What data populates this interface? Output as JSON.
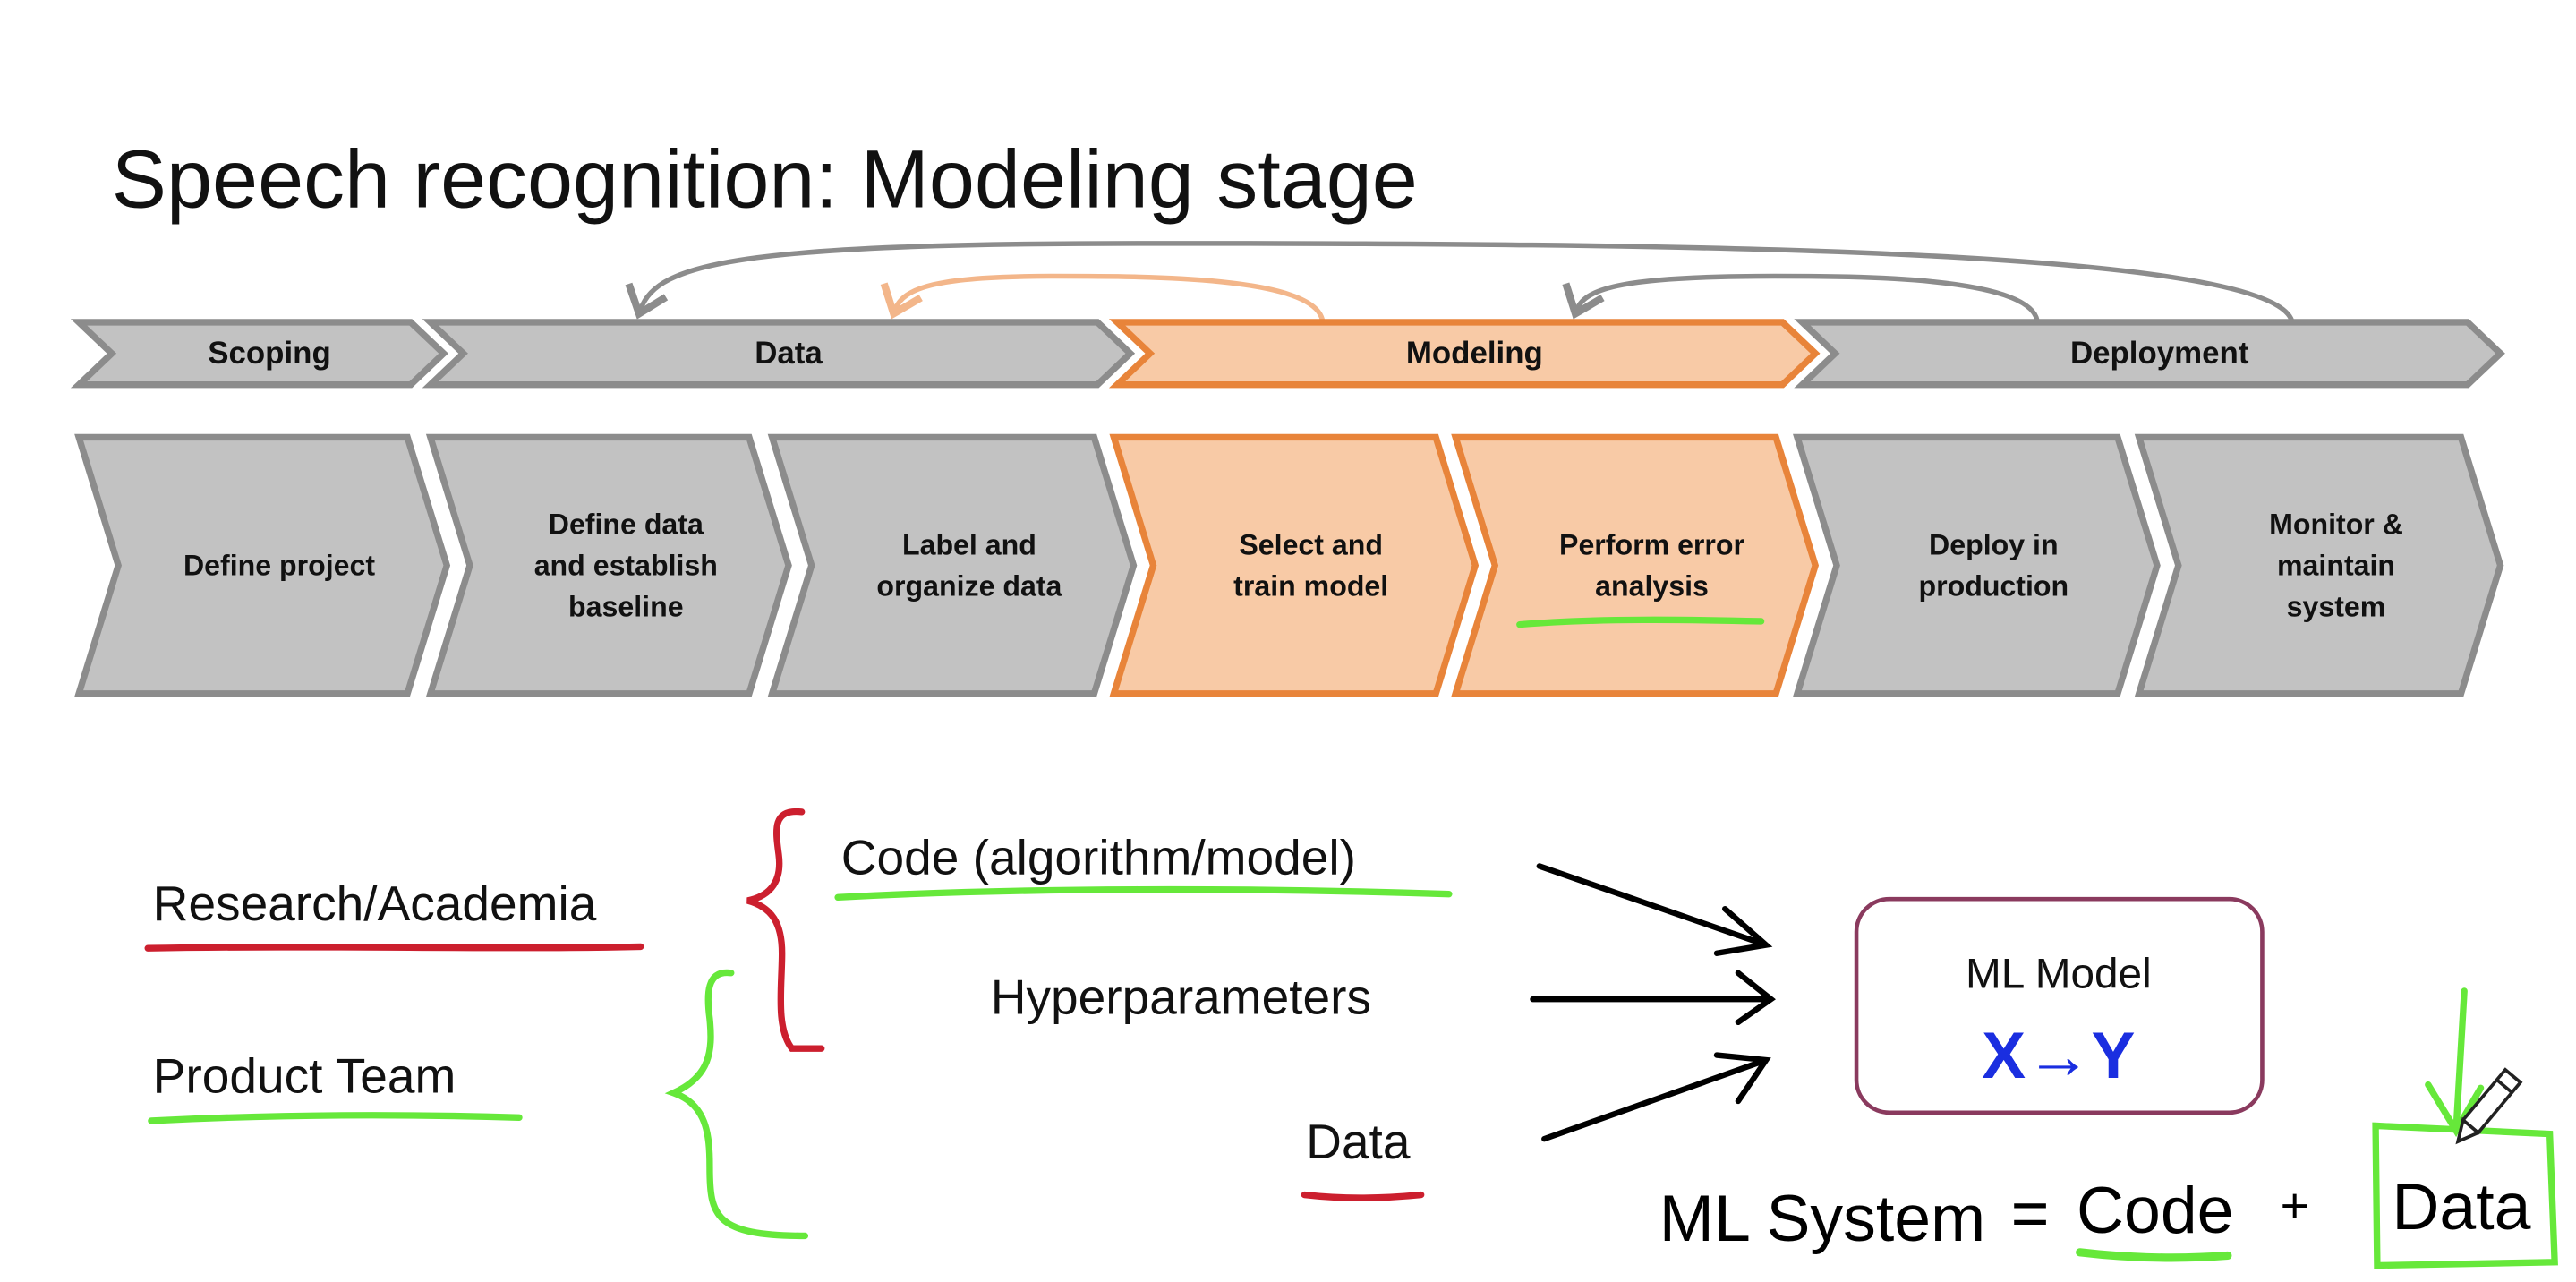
{
  "title": "Speech recognition: Modeling stage",
  "colors": {
    "gray_fill": "#c2c2c2",
    "gray_stroke": "#8c8c8c",
    "orange_fill": "#f8caa6",
    "orange_stroke": "#e8843a",
    "green_ink": "#66e83a",
    "red_ink": "#cc1f2e",
    "blue_ink": "#1a2ee0",
    "model_box": "#8a3a5e"
  },
  "phases": [
    {
      "label": "Scoping",
      "active": false
    },
    {
      "label": "Data",
      "active": false
    },
    {
      "label": "Modeling",
      "active": true
    },
    {
      "label": "Deployment",
      "active": false
    }
  ],
  "steps": [
    {
      "lines": [
        "Define project"
      ],
      "active": false
    },
    {
      "lines": [
        "Define data",
        "and establish",
        "baseline"
      ],
      "active": false
    },
    {
      "lines": [
        "Label and",
        "organize data"
      ],
      "active": false
    },
    {
      "lines": [
        "Select and",
        "train model"
      ],
      "active": true
    },
    {
      "lines": [
        "Perform error",
        "analysis"
      ],
      "active": true
    },
    {
      "lines": [
        "Deploy in",
        "production"
      ],
      "active": false
    },
    {
      "lines": [
        "Monitor &",
        "maintain",
        "system"
      ],
      "active": false
    }
  ],
  "groups": {
    "research": "Research/Academia",
    "product": "Product Team"
  },
  "inputs": {
    "code": "Code (algorithm/model)",
    "hyperparameters": "Hyperparameters",
    "data": "Data"
  },
  "model": {
    "title": "ML Model",
    "mapping": "X→Y"
  },
  "equation": {
    "lhs": "ML System",
    "eq": "=",
    "code": "Code",
    "plus": "+",
    "data": "Data"
  },
  "icons": [
    "pencil-cursor-icon",
    "arrow-icon"
  ]
}
